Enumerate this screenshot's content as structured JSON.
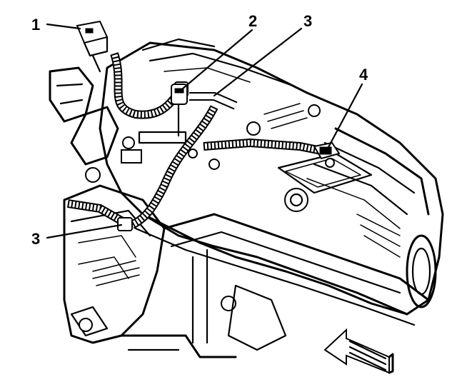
{
  "diagram": {
    "callouts": [
      {
        "label": "1"
      },
      {
        "label": "2"
      },
      {
        "label": "3"
      },
      {
        "label": "3"
      },
      {
        "label": "4"
      }
    ]
  },
  "colors": {
    "ink": "#000000",
    "background": "#ffffff"
  },
  "icons": {
    "direction": "front-arrow-icon"
  }
}
